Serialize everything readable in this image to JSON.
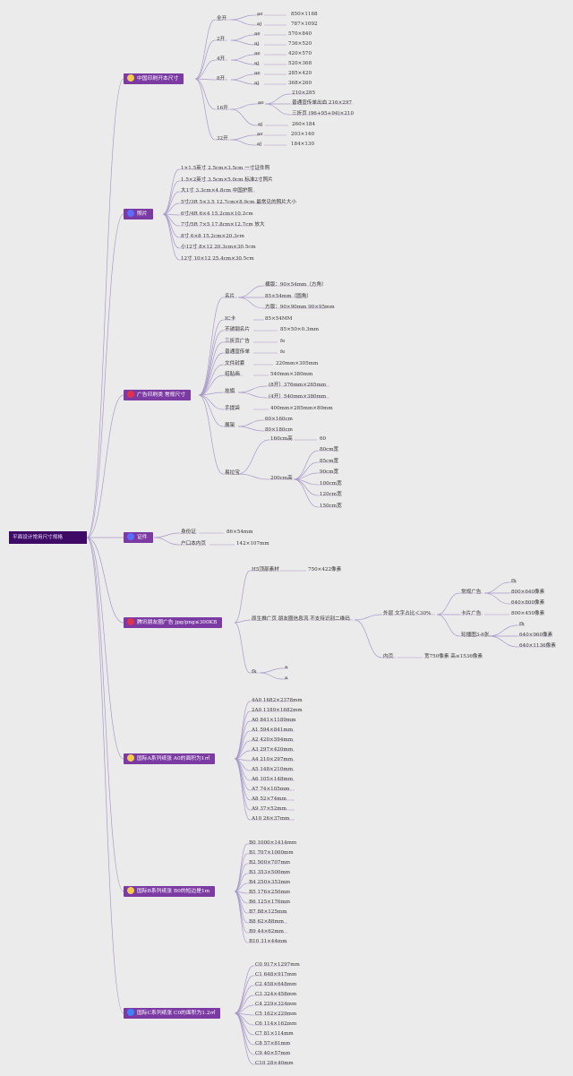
{
  "root": "平面设计常用尺寸规格",
  "branches": {
    "print": "中国印刷开本尺寸",
    "photo": "照片",
    "ad": "广告印刷类 常规尺寸",
    "cert": "证件",
    "tencent": "腾讯朋友圈广告 jpg/png≤300KB",
    "a_series": "国际A系列纸张 A0的面积为1㎡",
    "b_series": "国际B系列纸张 B0的短边是1m",
    "c_series": "国际C系列纸张 C0的面积为1.2㎡"
  },
  "print": {
    "quan": "全开",
    "q1": "850×1168",
    "q2": "787×1092",
    "k2": "2开",
    "k2a": "570×840",
    "k2b": "736×520",
    "k4": "4开",
    "k4a": "420×570",
    "k4b": "520×368",
    "k8": "8开",
    "k8a": "285×420",
    "k8b": "368×260",
    "k16": "16开",
    "k16a": "210×285",
    "k16b": "普通宣传单出血 216×297",
    "k16c": "三折页 (96+95+94)×210",
    "k16d": "260×184",
    "k32": "32开",
    "k32a": "203×140",
    "k32b": "184×130",
    "da": "ae",
    "xiao": "aj"
  },
  "photo": [
    "1×1.5英寸 2.5cm×3.5cm 一寸证件照",
    "1.5×2英寸 3.5cm×5.0cm 标准2寸照片",
    "大1寸 3.3cm×4.8cm 中国护照",
    "5寸/3R 5×3.5 12.7cm×8.9cm 最常见的照片大小",
    "6寸/4R 6×4 15.2cm×10.2cm",
    "7寸/5R 7×5 17.8cm×12.7cm 放大",
    "8寸 6×8 15.2cm×20.3cm",
    "小12寸 8×12 20.3cm×30.5cm",
    "12寸 10×12 25.4cm×30.5cm"
  ],
  "ad": {
    "mingpian": "名片",
    "mp1": "横版：90×54mm（方角）",
    "mp2": "85×54mm（圆角）",
    "mp3": "方版：90×90mm 90×95mm",
    "ic": "IC卡",
    "ic_v": "85×54MM",
    "bxg": "不锈钢名片",
    "bxg_v": "85×50×0.3mm",
    "szy": "三折页广告",
    "szy_v": "fe",
    "ptxc": "普通宣传单",
    "ptxc_v": "fe",
    "wjfm": "文件封套",
    "wjfm_v": "220mm×305mm",
    "ztb": "招贴画",
    "ztb_v": "540mm×380mm",
    "gq": "挂旗",
    "gq1": "(8开）376mm×265mm",
    "gq2": "(4开）540mm×380mm",
    "sd": "手提袋",
    "sd_v": "400mm×285mm×80mm",
    "zj": "展架",
    "zj1": "60×160cm",
    "zj2": "80×180cm",
    "ylb": "易拉宝",
    "h160": "160cm高",
    "h160v": "60",
    "h200": "200cm高",
    "w": [
      "80cm宽",
      "85cm宽",
      "90cm宽",
      "100cm宽",
      "120cm宽",
      "150cm宽"
    ]
  },
  "cert": {
    "sfz": "身份证",
    "sfz_v": "86×54mm",
    "hkb": "户口本内页",
    "hkb_v": "142×107mm"
  },
  "tencent": {
    "h5": "H5顶部素材",
    "h5_v": "750×422像素",
    "ysg": "原生推广页 朋友圈信息流 不支持识别二维码",
    "waiyi": "外层 文字占比＜30%",
    "cg": "常规广告",
    "cg0": "fh",
    "cg1": "800×640像素",
    "cg2": "640×800像素",
    "kp": "卡片广告",
    "kp1": "800×450像素",
    "lb": "轮播图3-6张",
    "lb0": "fh",
    "lb1": "640×960像素",
    "lb2": "640×1136像素",
    "ny": "内页",
    "ny_v": "宽750像素 高≤1536像素",
    "fk": "fk",
    "fk1": "a",
    "fk2": "a"
  },
  "a_series": [
    "4A0 1682×2378mm",
    "2A0 1189×1682mm",
    "A0 841×1189mm",
    "A1 594×841mm",
    "A2 420×594mm",
    "A3 297×420mm",
    "A4 210×297mm",
    "A5 148×210mm",
    "A6 105×148mm",
    "A7 74×105mm",
    "A8 52×74mm",
    "A9 37×52mm",
    "A10 26×37mm"
  ],
  "b_series": [
    "B0 1000×1414mm",
    "B1 707×1000mm",
    "B2 500×707mm",
    "B3 353×500mm",
    "B4 250×353mm",
    "B5 176×250mm",
    "B6 125×176mm",
    "B7 88×125mm",
    "B8 62×88mm",
    "B9 44×62mm",
    "B10 31×44mm"
  ],
  "c_series": [
    "C0 917×1297mm",
    "C1 648×917mm",
    "C2 458×648mm",
    "C3 324×458mm",
    "C4 229×324mm",
    "C5 162×229mm",
    "C6 114×162mm",
    "C7 81×114mm",
    "C8 57×81mm",
    "C9 40×57mm",
    "C10 28×40mm"
  ],
  "colors": {
    "root_bg": "#3d0a66",
    "branch_bg": "#7c3aa3",
    "edge": "#a89ac9"
  },
  "icons": [
    "crown-icon",
    "photo-icon",
    "heart-icon",
    "folder-icon",
    "sun-icon",
    "diamond-icon",
    "diamond-icon",
    "globe-icon"
  ]
}
